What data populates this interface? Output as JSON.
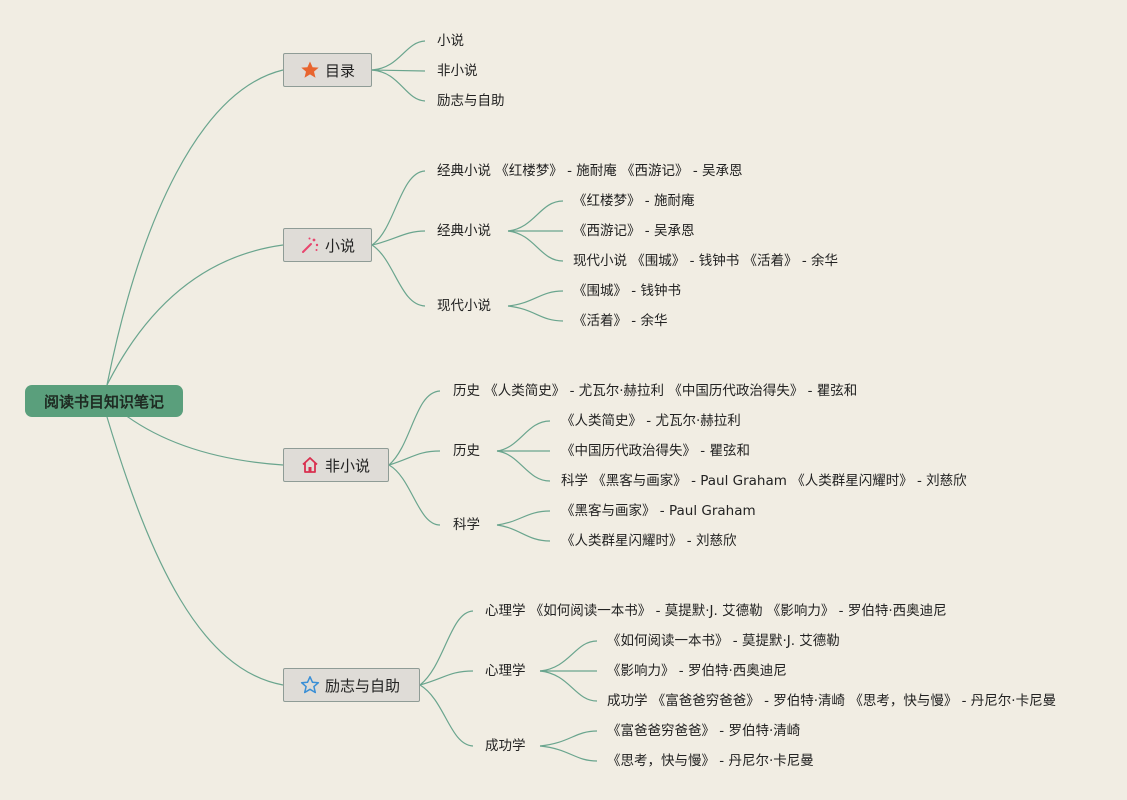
{
  "root": {
    "label": "阅读书目知识笔记"
  },
  "branches": {
    "catalog": {
      "label": "目录",
      "icon": "star-icon",
      "items": [
        "小说",
        "非小说",
        "励志与自助"
      ]
    },
    "fiction": {
      "label": "小说",
      "icon": "magic-wand-icon",
      "summary": "经典小说 《红楼梦》 - 施耐庵 《西游记》 - 吴承恩",
      "classic": {
        "label": "经典小说",
        "items": [
          "《红楼梦》 - 施耐庵",
          "《西游记》 - 吴承恩",
          "现代小说 《围城》 - 钱钟书 《活着》 - 余华"
        ]
      },
      "modern": {
        "label": "现代小说",
        "items": [
          "《围城》 - 钱钟书",
          "《活着》 - 余华"
        ]
      }
    },
    "nonfiction": {
      "label": "非小说",
      "icon": "home-icon",
      "summary": "历史 《人类简史》 - 尤瓦尔·赫拉利 《中国历代政治得失》 - 瞿弦和",
      "history": {
        "label": "历史",
        "items": [
          "《人类简史》 - 尤瓦尔·赫拉利",
          "《中国历代政治得失》 - 瞿弦和",
          "科学 《黑客与画家》 - Paul Graham 《人类群星闪耀时》 - 刘慈欣"
        ]
      },
      "science": {
        "label": "科学",
        "items": [
          "《黑客与画家》 - Paul Graham",
          "《人类群星闪耀时》 - 刘慈欣"
        ]
      }
    },
    "selfhelp": {
      "label": "励志与自助",
      "icon": "star-outline-icon",
      "summary": "心理学 《如何阅读一本书》 - 莫提默·J. 艾德勒 《影响力》 - 罗伯特·西奥迪尼",
      "psychology": {
        "label": "心理学",
        "items": [
          "《如何阅读一本书》 - 莫提默·J. 艾德勒",
          "《影响力》 - 罗伯特·西奥迪尼",
          "成功学 《富爸爸穷爸爸》 - 罗伯特·清崎 《思考，快与慢》 - 丹尼尔·卡尼曼"
        ]
      },
      "success": {
        "label": "成功学",
        "items": [
          "《富爸爸穷爸爸》 - 罗伯特·清崎",
          "《思考，快与慢》 - 丹尼尔·卡尼曼"
        ]
      }
    }
  },
  "colors": {
    "background": "#f1ede3",
    "root": "#5a9f7c",
    "link": "#6aa58e",
    "node_fill": "#dfdcd7",
    "star": "#e8652f",
    "wand": "#e8466e",
    "home": "#d9304f",
    "star_outline": "#3a8fd6"
  }
}
